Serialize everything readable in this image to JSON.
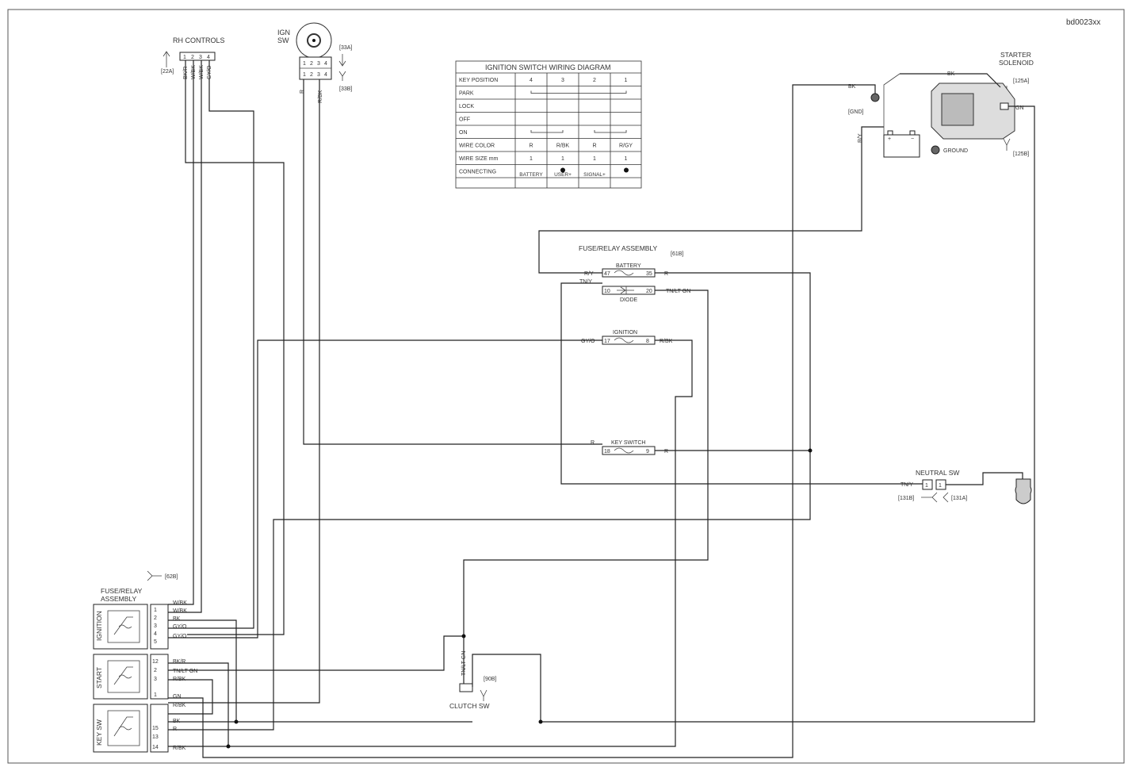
{
  "drawing_id": "bd0023xx",
  "rh_controls": {
    "title": "RH CONTROLS",
    "ref": "[22A]",
    "pins": [
      "1",
      "2",
      "3",
      "4"
    ],
    "wires": [
      "BK/R",
      "W/BK",
      "W/BK",
      "GY/O"
    ]
  },
  "ign_sw": {
    "title_line1": "IGN",
    "title_line2": "SW",
    "ref_a": "[33A]",
    "ref_b": "[33B]",
    "pins_top": [
      "1",
      "2",
      "3",
      "4"
    ],
    "pins_bottom": [
      "1",
      "2",
      "3",
      "4"
    ],
    "wires": [
      "R",
      "R/BK"
    ]
  },
  "table": {
    "title": "IGNITION SWITCH WIRING DIAGRAM",
    "rows": [
      [
        "KEY POSITION",
        "4",
        "3",
        "2",
        "1"
      ],
      [
        "PARK",
        "",
        "",
        "",
        ""
      ],
      [
        "LOCK",
        "",
        "",
        "",
        ""
      ],
      [
        "OFF",
        "",
        "",
        "",
        ""
      ],
      [
        "ON",
        "",
        "",
        "",
        ""
      ],
      [
        "WIRE COLOR",
        "R",
        "R/BK",
        "R",
        "R/GY"
      ],
      [
        "WIRE SIZE mm",
        "1",
        "1",
        "1",
        "1"
      ],
      [
        "CONNECTING",
        "",
        "",
        "",
        ""
      ]
    ],
    "connecting": [
      "BATTERY",
      "USER+",
      "SIGNAL+",
      ""
    ]
  },
  "starter_solenoid": {
    "title_line1": "STARTER",
    "title_line2": "SOLENOID",
    "ref_a": "[125A]",
    "ref_b": "[125B]",
    "wire_bk1": "BK",
    "wire_bk2": "BK",
    "wire_gn": "GN",
    "ry": "R/Y",
    "ground": "GROUND",
    "gnd_ref": "[GND]"
  },
  "fuse_relay_mid": {
    "title": "FUSE/RELAY ASSEMBLY",
    "ref": "[61B]",
    "battery_fuse": {
      "label": "BATTERY",
      "in": "R/Y",
      "out": "R",
      "pin_l": "47",
      "pin_r": "35"
    },
    "diode": {
      "label": "DIODE",
      "in": "TN/Y",
      "out": "TN/LT GN",
      "pin_l": "10",
      "pin_r": "20"
    },
    "ignition_fuse": {
      "label": "IGNITION",
      "in": "GY/O",
      "out": "R/BK",
      "pin_l": "17",
      "pin_r": "8"
    },
    "key_switch_fuse": {
      "label": "KEY SWITCH",
      "in": "R",
      "out": "R",
      "pin_l": "18",
      "pin_r": "9"
    }
  },
  "neutral_sw": {
    "title": "NEUTRAL SW",
    "wire": "TN/Y",
    "pin_a": "1",
    "pin_b": "1",
    "ref_a": "[131B]",
    "ref_b": "[131A]"
  },
  "clutch_sw": {
    "title": "CLUTCH SW",
    "ref": "[90B]",
    "wire": "TN/LT GN"
  },
  "fuse_relay_left": {
    "title_line1": "FUSE/RELAY",
    "title_line2": "ASSEMBLY",
    "ref": "[62B]",
    "ignition_label": "IGNITION",
    "start_label": "START",
    "keysw_label": "KEY SW",
    "ignition_pins": [
      "1",
      "2",
      "3",
      "4",
      "5"
    ],
    "ignition_wires": [
      "W/BK",
      "W/BK",
      "BK",
      "GY/O",
      "GY/O"
    ],
    "start_pins": [
      "12",
      "2",
      "3",
      "1"
    ],
    "start_wires": [
      "BK/R",
      "TN/LT GN",
      "R/BK",
      ""
    ],
    "keysw_pins": [
      "15",
      "13",
      "14"
    ],
    "keysw_wires": [
      "GN",
      "R/BK",
      "BK",
      "R",
      "",
      "R/BK"
    ]
  }
}
